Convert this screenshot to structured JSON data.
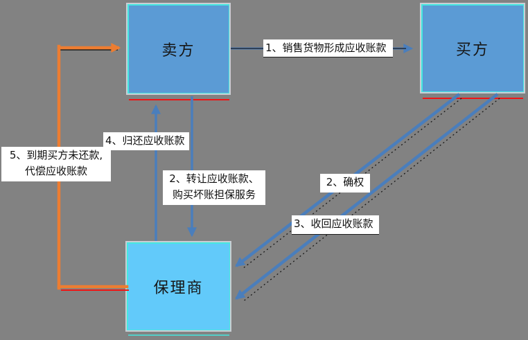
{
  "diagram": {
    "background_color": "#828282",
    "accent_colors": {
      "node_blue": "#5B9BD5",
      "node_light_blue": "#62CAFA",
      "arrow_blue": "#4A7EBC",
      "arrow_orange": "#ED7D31",
      "box_highlight_cyan": "#45E8E0",
      "box_shadow_red": "#FF0000",
      "label_background": "#FFFFFF"
    },
    "nodes": {
      "seller": {
        "label": "卖方",
        "fill": "#5B9BD5"
      },
      "buyer": {
        "label": "买方",
        "fill": "#5B9BD5"
      },
      "factor": {
        "label": "保理商",
        "fill": "#62CAFA"
      }
    },
    "edges": {
      "sale": {
        "label": "1、销售货物形成应收账款",
        "from": "卖方",
        "to": "买方",
        "color": "#4A7EBC"
      },
      "transfer": {
        "line1": "2、转让应收账款、",
        "line2": "购买坏账担保服务",
        "from": "卖方",
        "to": "保理商",
        "color": "#4A7EBC"
      },
      "confirm": {
        "label": "2、确权",
        "from": "买方",
        "to": "保理商",
        "color": "#4A7EBC"
      },
      "collect": {
        "label": "3、收回应收账款",
        "from": "买方",
        "to": "保理商",
        "color": "#4A7EBC"
      },
      "return": {
        "label": "4、归还应收账款",
        "from": "保理商",
        "to": "卖方",
        "color": "#4A7EBC"
      },
      "compensate": {
        "line1": "5、到期买方未还款,",
        "line2": "代偿应收账款",
        "from": "保理商",
        "to": "卖方",
        "color": "#ED7D31"
      }
    }
  }
}
